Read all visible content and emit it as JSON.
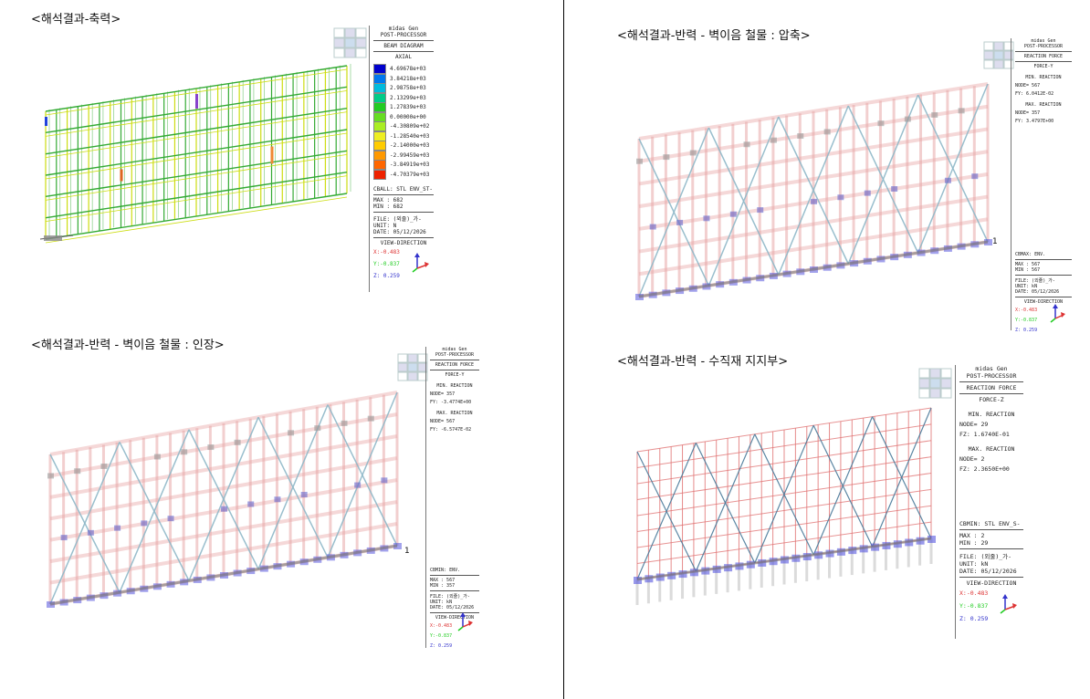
{
  "titles": {
    "axial": "<해석결과-축력>",
    "compression": "<해석결과-반력 - 벽이음 철물 : 압축>",
    "tension": "<해석결과-반력 - 벽이음 철물 : 인장>",
    "vertical": "<해석결과-반력 - 수직재 지지부>"
  },
  "legend_axial": {
    "app": "midas Gen",
    "processor": "POST-PROCESSOR",
    "diagram": "BEAM DIAGRAM",
    "type": "AXIAL",
    "scale": [
      {
        "value": "4.69678e+03",
        "color": "#0000cc"
      },
      {
        "value": "3.84218e+03",
        "color": "#0077ee"
      },
      {
        "value": "2.98758e+03",
        "color": "#00bbdd"
      },
      {
        "value": "2.13299e+03",
        "color": "#00cc88"
      },
      {
        "value": "1.27839e+03",
        "color": "#22cc22"
      },
      {
        "value": "0.00000e+00",
        "color": "#66dd22"
      },
      {
        "value": "-4.30809e+02",
        "color": "#aaee22"
      },
      {
        "value": "-1.28540e+03",
        "color": "#eeee22"
      },
      {
        "value": "-2.14000e+03",
        "color": "#ffcc00"
      },
      {
        "value": "-2.99459e+03",
        "color": "#ff9900"
      },
      {
        "value": "-3.84919e+03",
        "color": "#ff6600"
      },
      {
        "value": "-4.70379e+03",
        "color": "#ee2200"
      }
    ],
    "cball": "CBALL: STL ENV_ST-",
    "max": "MAX : 682",
    "min": "MIN : 682",
    "file": "FILE: (외줄)_가-",
    "unit": "UNIT: N",
    "date": "DATE: 05/12/2026",
    "view_direction": "VIEW-DIRECTION",
    "x": "X:-0.483",
    "y": "Y:-0.837",
    "z": "Z: 0.259"
  },
  "legend_compression": {
    "app": "midas Gen",
    "processor": "POST-PROCESSOR",
    "diagram": "REACTION FORCE",
    "type": "FORCE-Y",
    "min_title": "MIN. REACTION",
    "min_node": "NODE=  567",
    "min_val": "FY:  6.0412E-02",
    "max_title": "MAX. REACTION",
    "max_node": "NODE=  357",
    "max_val": "FY:  3.4797E+00",
    "cbmax": "CBMAX: ENV.",
    "max": "MAX : 567",
    "min": "MIN : 567",
    "file": "FILE: (외줄)_가-",
    "unit": "UNIT: kN",
    "date": "DATE: 05/12/2026",
    "view_direction": "VIEW-DIRECTION",
    "x": "X:-0.483",
    "y": "Y:-0.837",
    "z": "Z: 0.259"
  },
  "legend_tension": {
    "app": "midas Gen",
    "processor": "POST-PROCESSOR",
    "diagram": "REACTION FORCE",
    "type": "FORCE-Y",
    "min_title": "MIN. REACTION",
    "min_node": "NODE=  357",
    "min_val": "FY: -3.4774E+00",
    "max_title": "MAX. REACTION",
    "max_node": "NODE=  567",
    "max_val": "FY: -6.5747E-02",
    "cbmin": "CBMIN: ENV.",
    "max": "MAX : 567",
    "min": "MIN : 357",
    "file": "FILE: (외줄)_가-",
    "unit": "UNIT: kN",
    "date": "DATE: 05/12/2026",
    "view_direction": "VIEW-DIRECTION",
    "x": "X:-0.483",
    "y": "Y:-0.837",
    "z": "Z: 0.259"
  },
  "legend_vertical": {
    "app": "midas Gen",
    "processor": "POST-PROCESSOR",
    "diagram": "REACTION FORCE",
    "type": "FORCE-Z",
    "min_title": "MIN. REACTION",
    "min_node": "NODE=   29",
    "min_val": "FZ:  1.6740E-01",
    "max_title": "MAX. REACTION",
    "max_node": "NODE=    2",
    "max_val": "FZ:  2.3650E+00",
    "cbmin": "CBMIN: STL ENV_S-",
    "max": "MAX : 2",
    "min": "MIN : 29",
    "file": "FILE: (외줄)_가-",
    "unit": "UNIT: kN",
    "date": "DATE: 05/12/2026",
    "view_direction": "VIEW-DIRECTION",
    "x": "X:-0.483",
    "y": "Y:-0.837",
    "z": "Z: 0.259"
  },
  "node_tags": {
    "compression": "1",
    "tension": "1"
  },
  "colors": {
    "axial_frame": "#33aa33",
    "axial_frame_alt": "#ccdd11",
    "post": "#e9a9a9",
    "brace": "#8fb8c8",
    "support": "#5555dd"
  }
}
